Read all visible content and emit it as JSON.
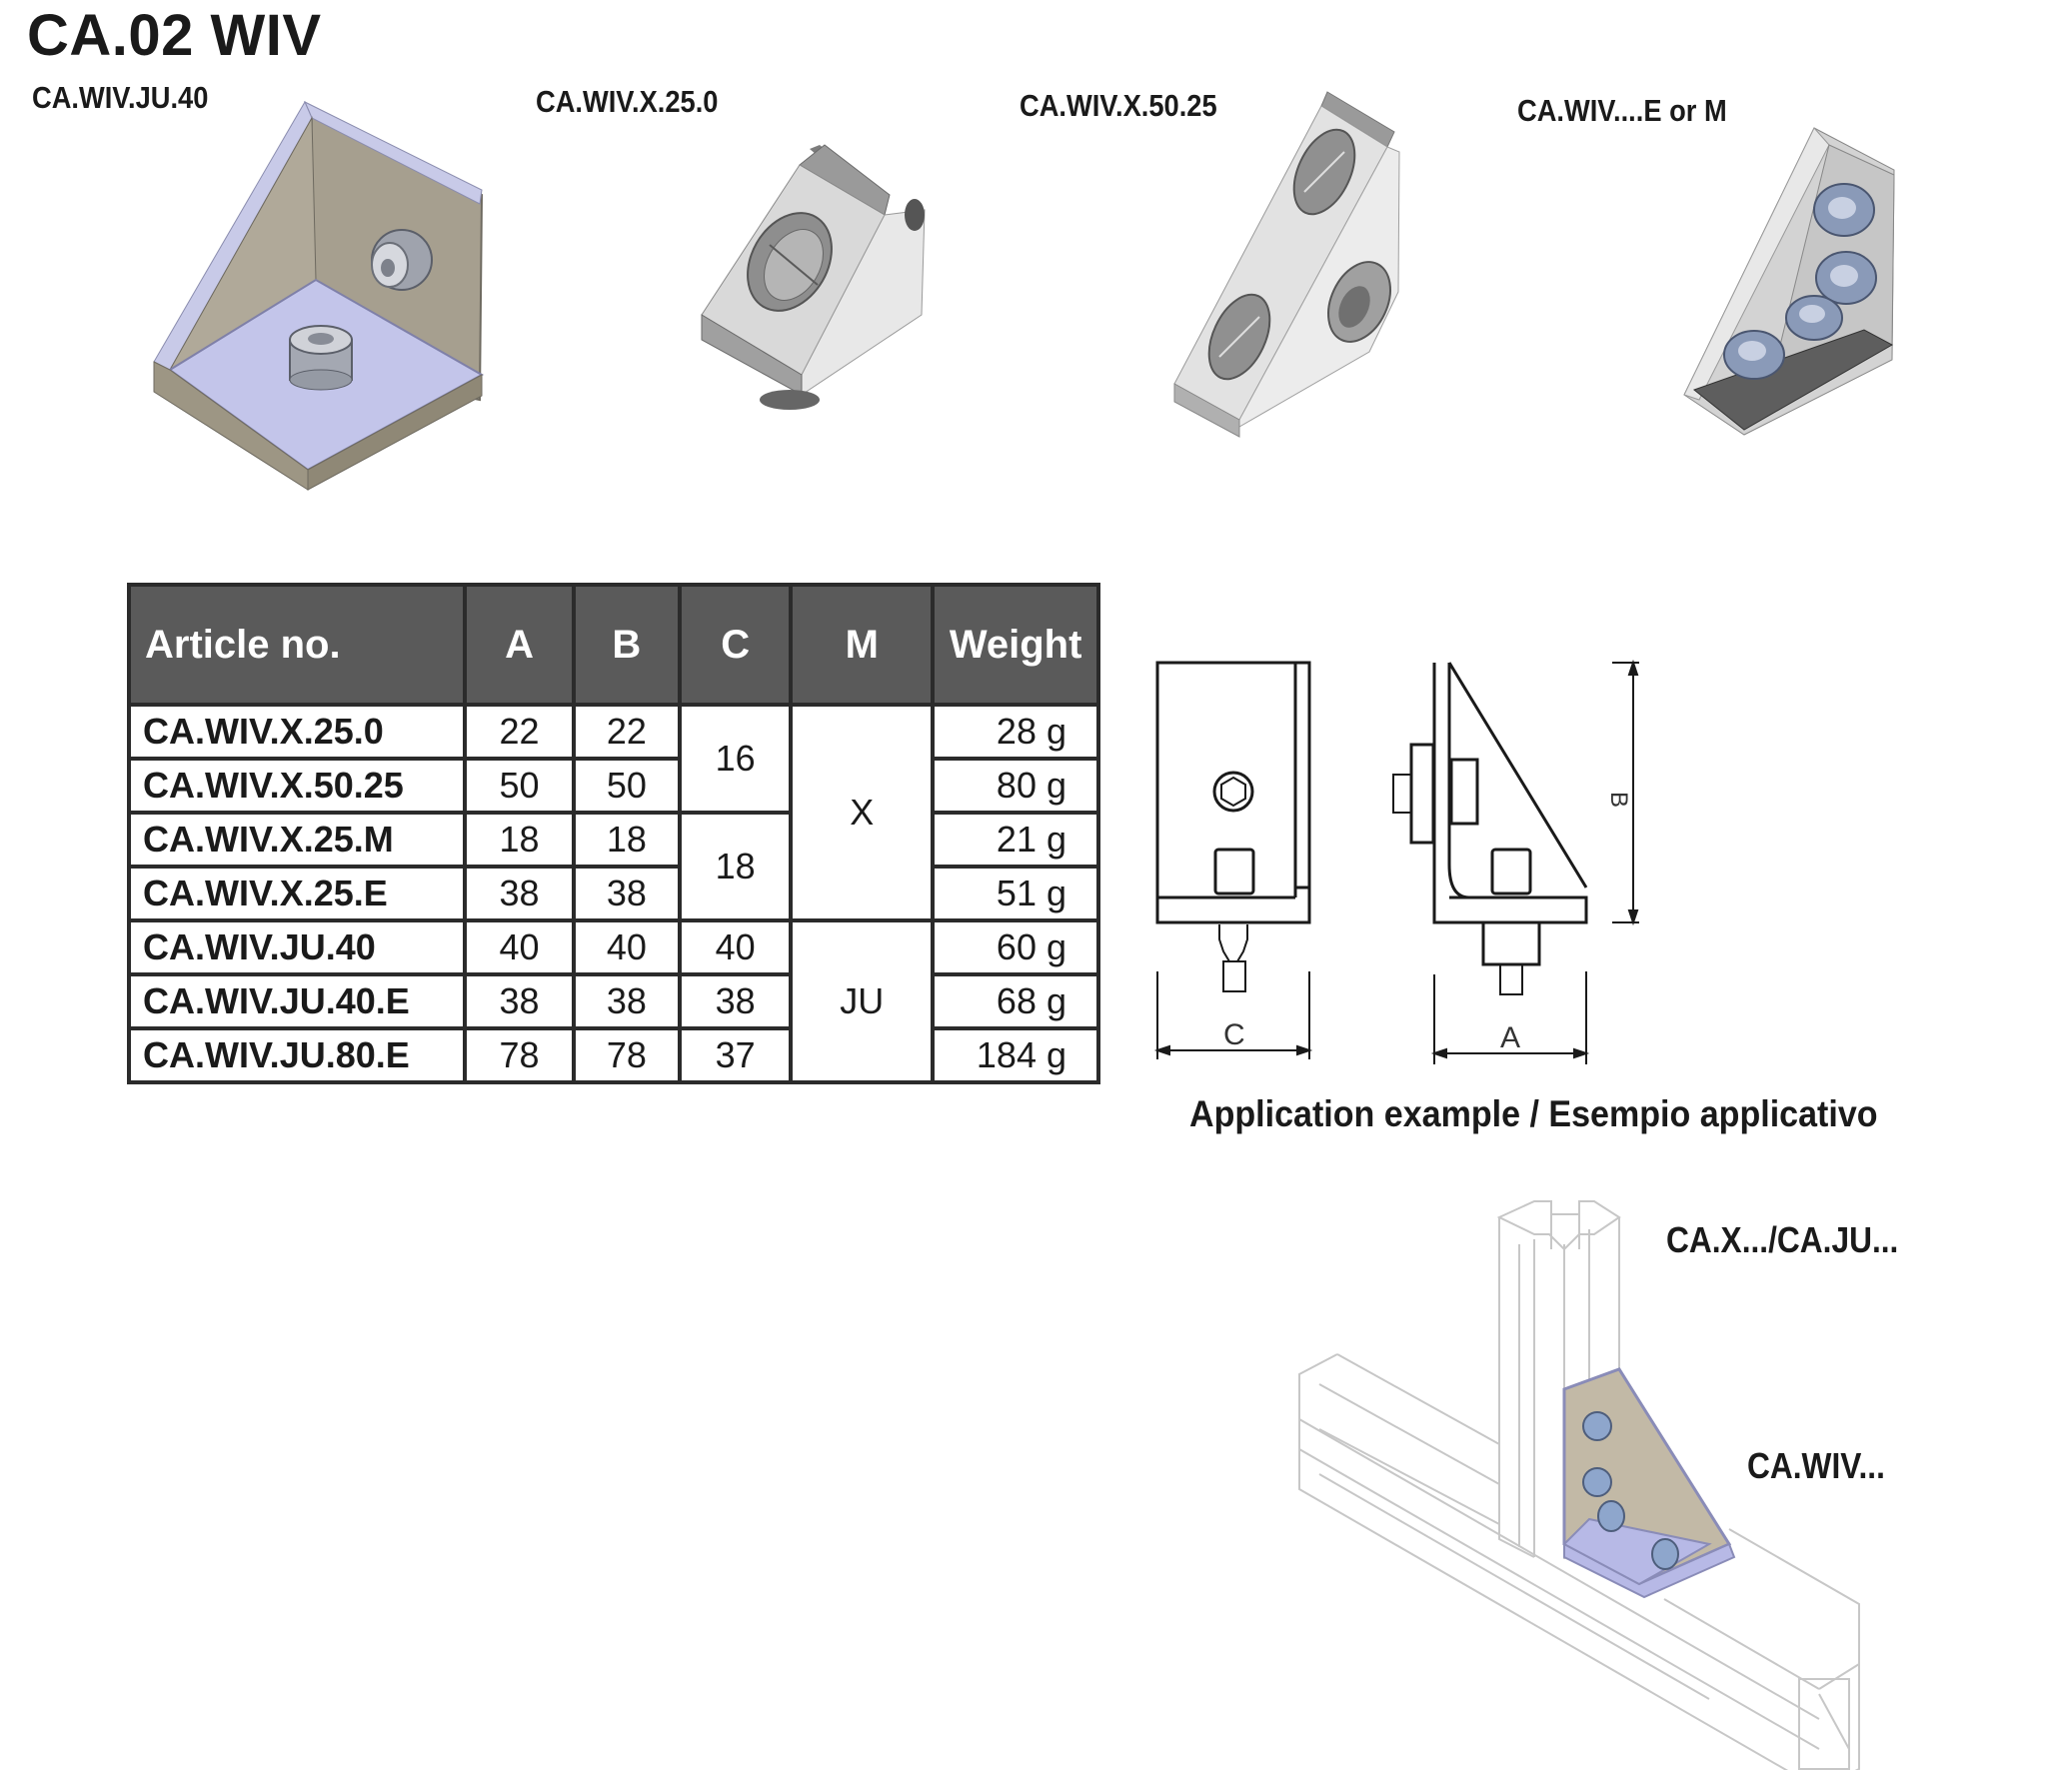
{
  "page_title": "CA.02 WIV",
  "products": [
    {
      "label": "CA.WIV.JU.40",
      "image": "ju40-angle-bracket-image"
    },
    {
      "label": "CA.WIV.X.25.0",
      "image": "x25-0-bracket-image"
    },
    {
      "label": "CA.WIV.X.50.25",
      "image": "x50-25-bracket-image"
    },
    {
      "label": "CA.WIV....E or M",
      "image": "e-or-m-bracket-image"
    }
  ],
  "table": {
    "headers": [
      "Article no.",
      "A",
      "B",
      "C",
      "M",
      "Weight"
    ],
    "rows": [
      {
        "article": "CA.WIV.X.25.0",
        "a": "22",
        "b": "22",
        "c": "16",
        "m": "X",
        "weight": "28 g"
      },
      {
        "article": "CA.WIV.X.50.25",
        "a": "50",
        "b": "50",
        "c": "16",
        "m": "X",
        "weight": "80 g"
      },
      {
        "article": "CA.WIV.X.25.M",
        "a": "18",
        "b": "18",
        "c": "18",
        "m": "X",
        "weight": "21 g"
      },
      {
        "article": "CA.WIV.X.25.E",
        "a": "38",
        "b": "38",
        "c": "18",
        "m": "X",
        "weight": "51 g"
      },
      {
        "article": "CA.WIV.JU.40",
        "a": "40",
        "b": "40",
        "c": "40",
        "m": "JU",
        "weight": "60 g"
      },
      {
        "article": "CA.WIV.JU.40.E",
        "a": "38",
        "b": "38",
        "c": "38",
        "m": "JU",
        "weight": "68 g"
      },
      {
        "article": "CA.WIV.JU.80.E",
        "a": "78",
        "b": "78",
        "c": "37",
        "m": "JU",
        "weight": "184 g"
      }
    ],
    "merged": {
      "c_group1": "16",
      "c_group2": "18",
      "m_group1": "X",
      "m_group2": "JU"
    }
  },
  "drawing": {
    "dim_c": "C",
    "dim_a": "A",
    "dim_b": "B"
  },
  "application": {
    "caption": "Application example / Esempio applicativo",
    "label_profile": "CA.X.../CA.JU...",
    "label_bracket": "CA.WIV..."
  }
}
